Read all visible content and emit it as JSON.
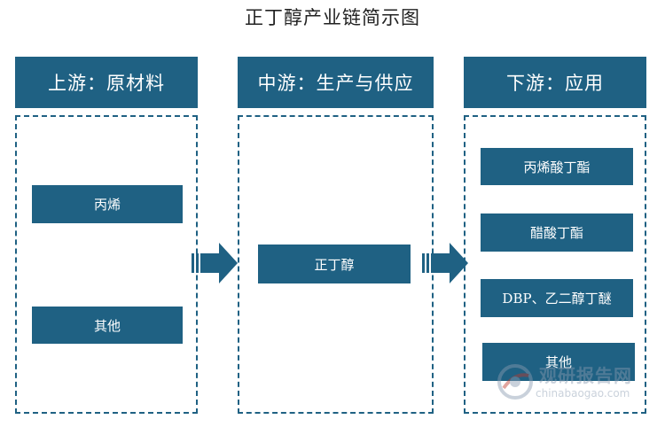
{
  "title": "正丁醇产业链简示图",
  "columns": [
    {
      "header": "上游：原材料",
      "items": [
        "丙烯",
        "其他"
      ]
    },
    {
      "header": "中游：生产与供应",
      "items": [
        "正丁醇"
      ]
    },
    {
      "header": "下游：应用",
      "items": [
        "丙烯酸丁酯",
        "醋酸丁酯",
        "DBP、乙二醇丁醚",
        "其他"
      ]
    }
  ],
  "watermark": {
    "name": "观研报告网",
    "url": "chinabaogao.com"
  },
  "colors": {
    "primary": "#1f6183",
    "background": "#ffffff",
    "watermark": "#8a9bb0"
  }
}
